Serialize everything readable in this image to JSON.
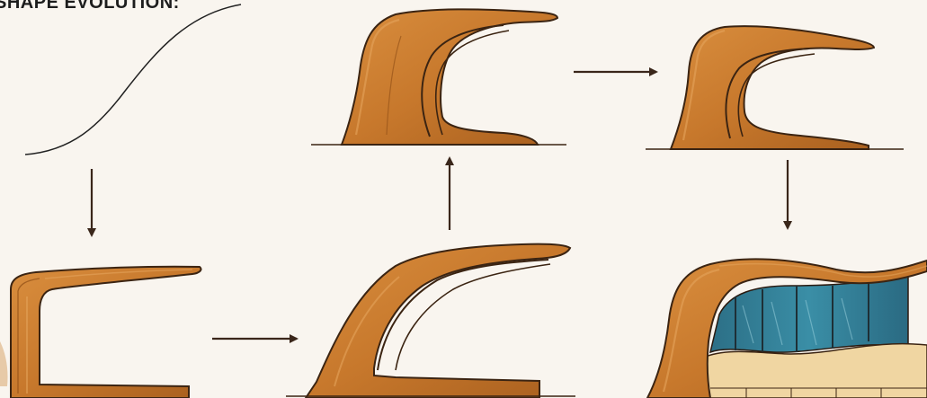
{
  "title": "SHAPE EVOLUTION:",
  "colors": {
    "background": "#f9f5ef",
    "wood": "#c7782c",
    "wood_dark": "#9a5418",
    "wood_light": "#dd9a4c",
    "outline": "#3b2412",
    "arrow": "#3a261a",
    "glass": "#2f7f98",
    "floor": "#f0d6a2"
  },
  "stages": [
    {
      "id": "curve",
      "label": ""
    },
    {
      "id": "stage-1",
      "label": ""
    },
    {
      "id": "stage-2",
      "label": ""
    },
    {
      "id": "stage-3",
      "label": ""
    },
    {
      "id": "stage-4",
      "label": ""
    },
    {
      "id": "stage-5",
      "label": ""
    }
  ]
}
